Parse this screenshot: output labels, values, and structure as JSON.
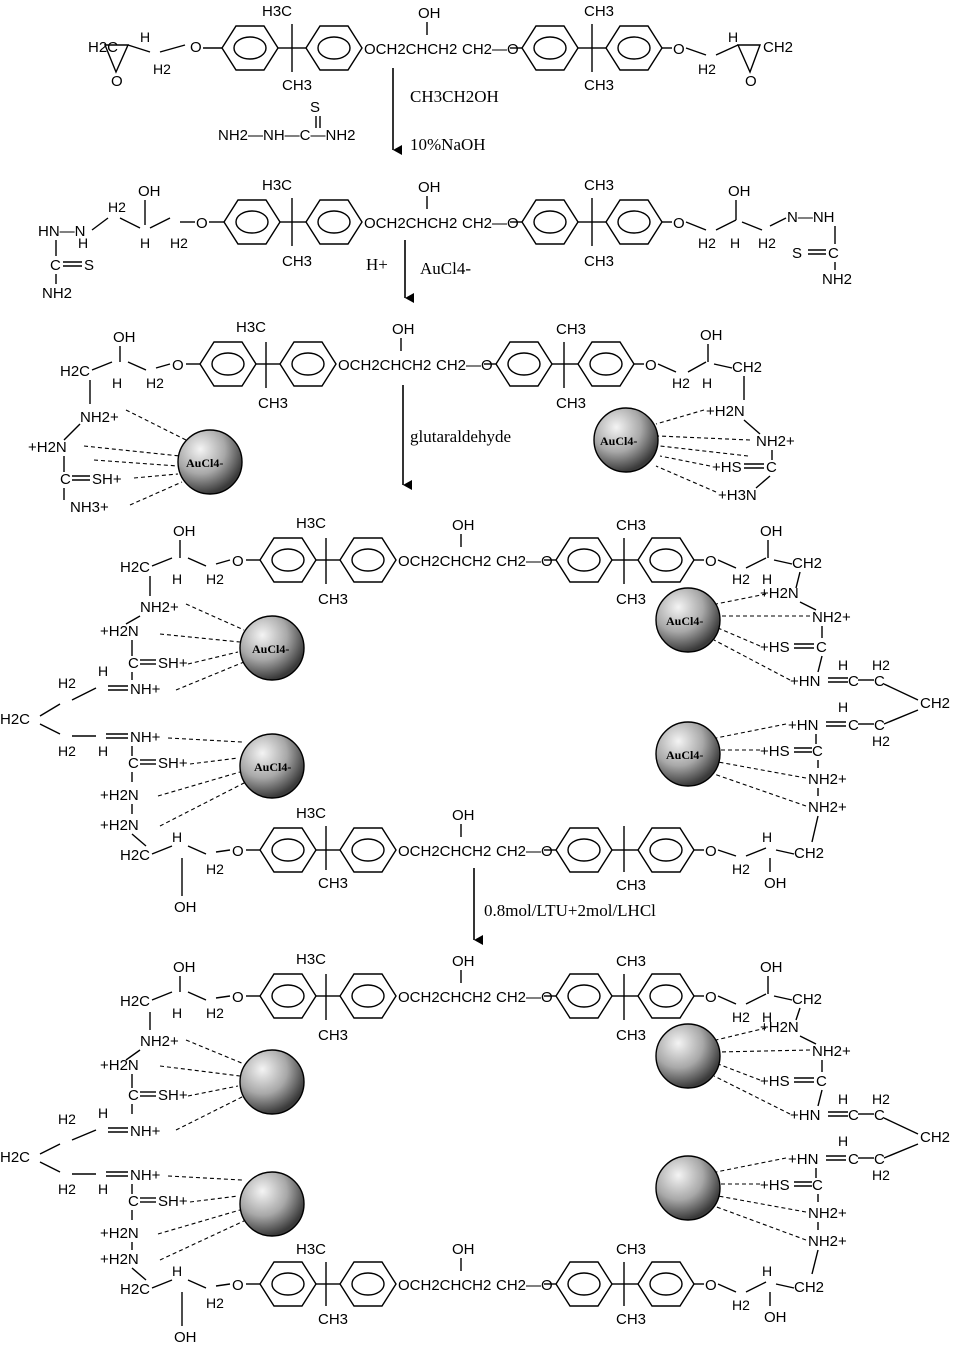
{
  "reagents": {
    "ethanol": "CH3CH2OH",
    "thiosemicarbazide": "NH2—NH—C—NH2",
    "thio_s": "S",
    "naoh": "10%NaOH",
    "acid": "H+",
    "aucl4": "AuCl4-",
    "glutaraldehyde": "glutaraldehyde",
    "elution": "0.8mol/LTU+2mol/LHCl"
  },
  "labels": {
    "h3c": "H3C",
    "ch3": "CH3",
    "oh": "OH",
    "o": "O",
    "h2": "H2",
    "h": "H",
    "h2c": "H2C",
    "ch2": "CH2",
    "och2chch2": "OCH2CHCH2",
    "ch2_o": "CH2—O",
    "hn_n": "HN—N",
    "nh_nh": "N—NH",
    "nh2": "NH2",
    "nh2plus": "NH2+",
    "h2nplus": "+H2N",
    "h3nplus": "+H3N",
    "nh3plus": "NH3+",
    "shplus": "SH+",
    "hsplus": "+HS",
    "nhplus": "NH+",
    "hnplus": "+HN",
    "s": "S",
    "c": "C",
    "aucl4_bead": "AuCl4-"
  },
  "colors": {
    "bead_light": "#f4f4f4",
    "bead_dark": "#3a3a3a",
    "line": "#000000"
  }
}
